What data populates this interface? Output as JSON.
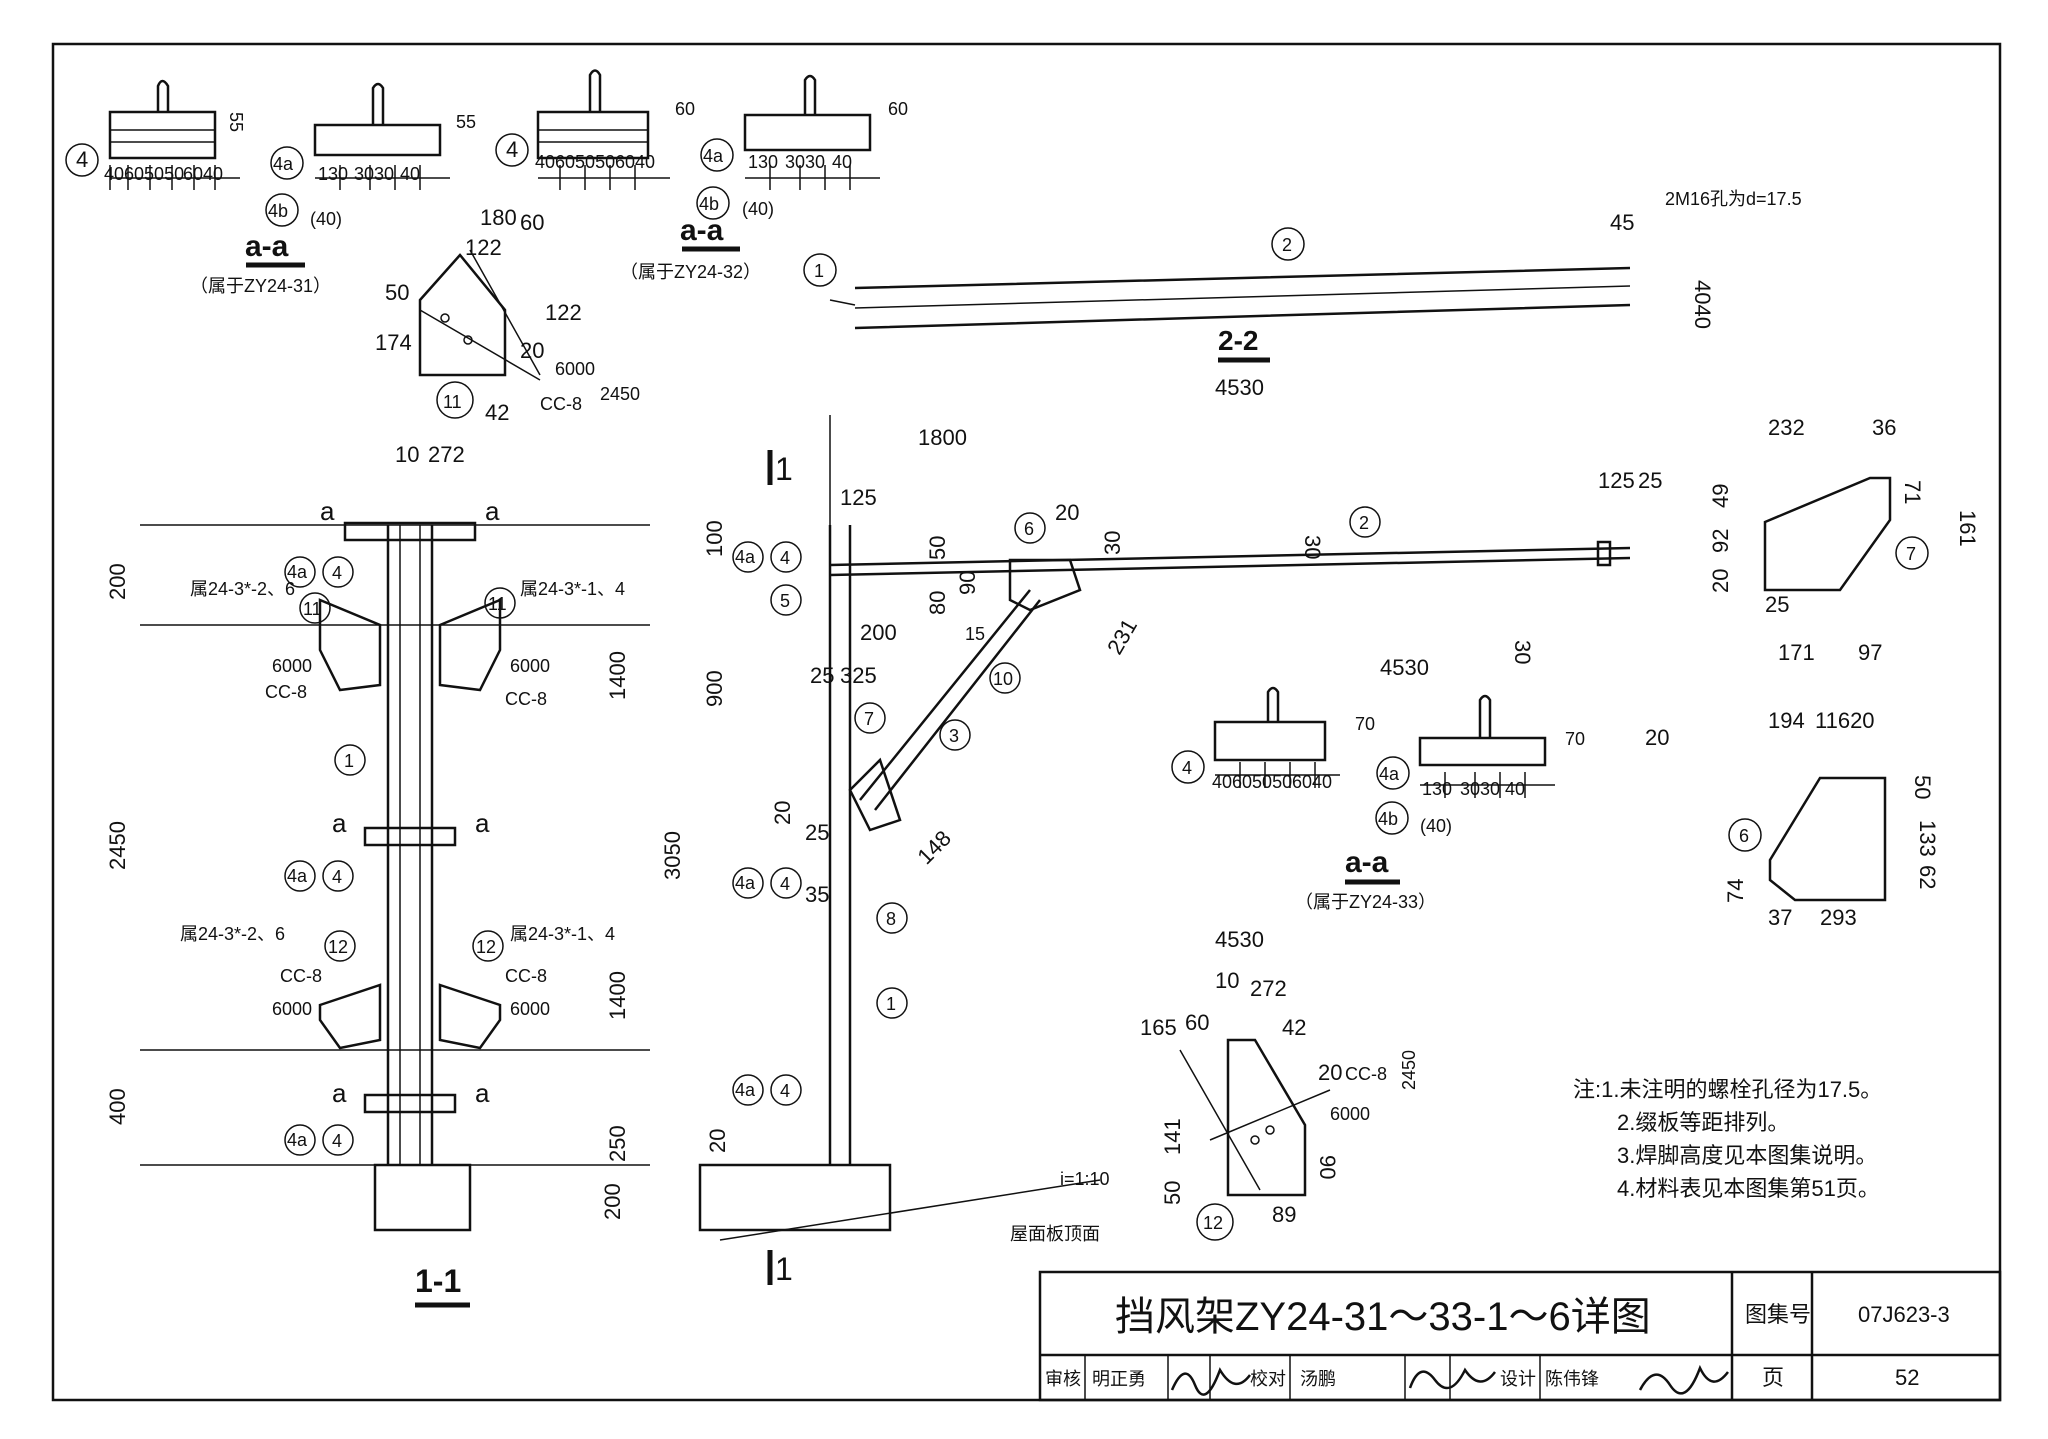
{
  "title_block": {
    "drawing_title": "挡风架ZY24-31～33-1～6详图",
    "atlas_label": "图集号",
    "atlas_no": "07J623-3",
    "page_label": "页",
    "page_no": "52",
    "review_label": "审核",
    "reviewer": "明正勇",
    "check_label": "校对",
    "checker": "汤鹏",
    "design_label": "设计",
    "designer": "陈伟锋"
  },
  "notes": [
    "注:1.未注明的螺栓孔径为17.5。",
    "2.缀板等距排列。",
    "3.焊脚高度见本图集说明。",
    "4.材料表见本图集第51页。"
  ],
  "sections": {
    "aa1_label": "a-a",
    "aa1_sub": "（属于ZY24-31）",
    "aa2_label": "a-a",
    "aa2_sub": "（属于ZY24-32）",
    "aa3_label": "a-a",
    "aa3_sub": "（属于ZY24-33）",
    "s11_label": "1-1",
    "s22_label": "2-2",
    "cut_mark": "1",
    "cut_a": "a"
  },
  "labels": {
    "bolt_holes": "2M16孔为d=17.5",
    "roof_surface": "屋面板顶面",
    "slope": "i=1:10",
    "ref_up_left": "属24-3*-2、6",
    "ref_up_right": "属24-3*-1、4",
    "ref_lo_left": "属24-3*-2、6",
    "ref_lo_right": "属24-3*-1、4",
    "weld_cc8": "CC-8",
    "weld_6000": "6000",
    "weld_2450": "2450"
  },
  "callouts": {
    "c1": "1",
    "c2": "2",
    "c3": "3",
    "c4": "4",
    "c4a": "4a",
    "c4b": "4b",
    "c5": "5",
    "c6": "6",
    "c7": "7",
    "c8": "8",
    "c10": "10",
    "c11": "11",
    "c12": "12"
  },
  "dims": {
    "d40605050": "40605050",
    "d6040": "6040",
    "d130": "130",
    "d3030": "3030",
    "d40": "40",
    "d40p": "(40)",
    "d55": "55",
    "d60": "60",
    "d70": "70",
    "d180": "180",
    "d60b": "60",
    "d122": "122",
    "d50": "50",
    "d174": "174",
    "d20": "20",
    "d272": "272",
    "d42": "42",
    "d10": "10",
    "d45": "45",
    "d4040": "4040",
    "d4530": "4530",
    "d1800": "1800",
    "d125": "125",
    "d25": "25",
    "d100": "100",
    "d900": "900",
    "d325": "325",
    "d200": "200",
    "d80": "80",
    "d90": "90",
    "d30": "30",
    "d15": "15",
    "d231": "231",
    "d148": "148",
    "d35": "35",
    "d3050": "3050",
    "d2450": "2450",
    "d1400": "1400",
    "d400": "400",
    "d250": "250",
    "d232": "232",
    "d36": "36",
    "d49": "49",
    "d92": "92",
    "d71": "71",
    "d161": "161",
    "d171": "171",
    "d97": "97",
    "d194": "194",
    "d11620": "11620",
    "d133": "133",
    "d62": "62",
    "d74": "74",
    "d37": "37",
    "d293": "293",
    "d165": "165",
    "d141": "141",
    "d89": "89"
  }
}
